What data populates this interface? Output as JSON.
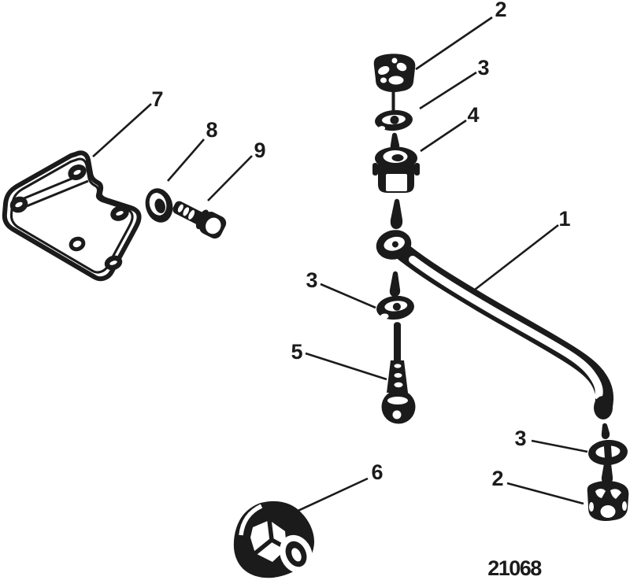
{
  "diagram": {
    "background_color": "#ffffff",
    "ink_color": "#1b1b1b",
    "drawing_number": "21068",
    "callouts": [
      {
        "id": "callout-2-top",
        "label": "2"
      },
      {
        "id": "callout-3-top",
        "label": "3"
      },
      {
        "id": "callout-4",
        "label": "4"
      },
      {
        "id": "callout-7",
        "label": "7"
      },
      {
        "id": "callout-8",
        "label": "8"
      },
      {
        "id": "callout-9",
        "label": "9"
      },
      {
        "id": "callout-1",
        "label": "1"
      },
      {
        "id": "callout-3-middle",
        "label": "3"
      },
      {
        "id": "callout-5",
        "label": "5"
      },
      {
        "id": "callout-6",
        "label": "6"
      },
      {
        "id": "callout-3-bottom",
        "label": "3"
      },
      {
        "id": "callout-2-bottom",
        "label": "2"
      }
    ]
  }
}
